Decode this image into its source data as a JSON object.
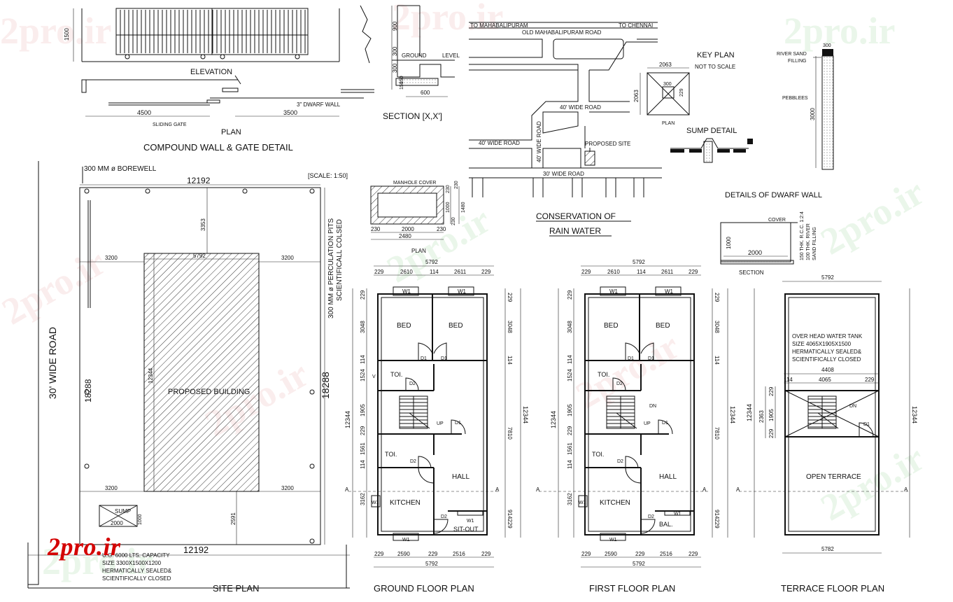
{
  "logo_text": "2pro.ir",
  "watermark_text": "2pro.ir",
  "colors": {
    "ink": "#111111",
    "hatch": "#222222",
    "logo": "#d40000",
    "watermark_red": "#e8a0a0",
    "watermark_green": "#8fd08f"
  },
  "compound_wall": {
    "dim_height": "1500",
    "elevation_label": "ELEVATION",
    "dwarf_wall_label": "3\" DWARF WALL",
    "dim_left": "4500",
    "dim_right": "3500",
    "sliding_gate_label": "SLIDING GATE",
    "plan_label": "PLAN",
    "title": "COMPOUND WALL & GATE DETAIL"
  },
  "section_xx": {
    "dim_top": "900",
    "dim_300a": "300",
    "dim_300b": "300",
    "dim_150a": "150",
    "dim_150b": "150",
    "ground_label": "GROUND",
    "level_label": "LEVEL",
    "dim_bottom": "600",
    "title": "SECTION  [X,X']"
  },
  "rain_water": {
    "to_left": "TO MAHABALIPURAM",
    "to_right": "TO CHENNAI",
    "road_main": "OLD MAHABALIPURAM ROAD",
    "road_40a": "40' WIDE ROAD",
    "road_40b": "40' WIDE ROAD",
    "road_40v": "40' WIDE ROAD",
    "road_30": "30' WIDE ROAD",
    "proposed_site": "PROPOSED SITE",
    "title_line1": "CONSERVATION  OF",
    "title_line2": "RAIN  WATER"
  },
  "key_plan": {
    "title": "KEY PLAN",
    "note": "NOT TO SCALE",
    "dim_w": "2063",
    "dim_h": "2063",
    "dim_300": "300",
    "dim_229": "229",
    "plan_label": "PLAN",
    "sump_detail": "SUMP  DETAIL"
  },
  "dwarf_wall": {
    "river_sand": "RIVER SAND",
    "filling": "FILLING",
    "dim_300": "300",
    "pebbles": "PEBBLEES",
    "dim_3000": "3000",
    "title": "DETAILS  OF  DWARF  WALL",
    "cover": "COVER",
    "dim_1000": "1000",
    "dim_2000": "2000",
    "section_label": "SECTION",
    "note1": "150 THK. R.C.C. 1:2:4",
    "note2": "100 THK. RIVER",
    "note3": "SAND FILLING"
  },
  "manhole": {
    "cover_label": "MANHOLE COVER",
    "dim_230a": "230",
    "dim_2000": "2000",
    "dim_230b": "230",
    "dim_2480": "2480",
    "dim_230c": "230",
    "dim_1000": "1000",
    "dim_230d": "230",
    "dim_1480": "1480",
    "dim_230e": "230",
    "plan_label": "PLAN"
  },
  "site_plan": {
    "borewell": "300 MM ø BOREWELL",
    "scale": "[SCALE: 1:50]",
    "dim_top": "12192",
    "dim_3353": "3353",
    "dim_5792": "5792",
    "dim_3200a": "3200",
    "dim_3200b": "3200",
    "dim_3200c": "3200",
    "dim_3200d": "3200",
    "dim_12344": "12344",
    "proposed_building": "PROPOSED BUILDING",
    "road_label": "30' WIDE ROAD",
    "dim_18288a": "18288",
    "dim_18288b": "18288",
    "perc_line1": "300 MM ø PERCULATION PITS",
    "perc_line2": "SCIENTIFICALL COLSED",
    "sump": "SUMP",
    "sump_2000": "2000",
    "sump_1000": "1000",
    "dim_2591": "2591",
    "dim_bottom": "12192",
    "ugt_line1": "U.G. 6000 LTS. CAPACITY",
    "ugt_line2": "SIZE 3300X1500X1200",
    "ugt_line3": "HERMATICALLY SEALED&",
    "ugt_line4": "SCIENTIFICALLY CLOSED",
    "title": "SITE  PLAN"
  },
  "ground_floor": {
    "dim_total": "5792",
    "d229a": "229",
    "d2610": "2610",
    "d114": "114",
    "d2611": "2611",
    "d229b": "229",
    "w1a": "W1",
    "w1b": "W1",
    "bed1": "BED",
    "bed2": "BED",
    "d1a": "D1",
    "d1b": "D1",
    "toi1": "TOI.",
    "d2a": "D2",
    "v": "V",
    "up": "UP",
    "d1c": "D1",
    "toi2": "TOI.",
    "d2b": "D2",
    "hall": "HALL",
    "kitchen": "KITCHEN",
    "w1c": "W1",
    "d2c": "D2",
    "w1d": "W1",
    "sitout": "SIT-OUT",
    "w1e": "W1",
    "b229a": "229",
    "b2590": "2590",
    "b229b": "229",
    "b2516": "2516",
    "b229c": "229",
    "b5792": "5792",
    "l229": "229",
    "l3048": "3048",
    "l114": "114",
    "l1524": "1524",
    "l1905": "1905",
    "l229b": "229",
    "l1561": "1561",
    "l114b": "114",
    "l3162": "3162",
    "l12344": "12344",
    "r229": "229",
    "r3048": "3048",
    "r114": "114",
    "r7810": "7810",
    "r914": "914229",
    "r12344": "12344",
    "marker_a": "A",
    "marker_a2": "A",
    "title": "GROUND  FLOOR  PLAN"
  },
  "first_floor": {
    "dim_total": "5792",
    "d229a": "229",
    "d2610": "2610",
    "d114": "114",
    "d2611": "2611",
    "d229b": "229",
    "w1a": "W1",
    "w1b": "W1",
    "bed1": "BED",
    "bed2": "BED",
    "d1a": "D1",
    "d1b": "D1",
    "toi1": "TOI.",
    "d2a": "D2",
    "dn": "DN",
    "up": "UP",
    "d1c": "D1",
    "toi2": "TOI.",
    "d2b": "D2",
    "hall": "HALL",
    "kitchen": "KITCHEN",
    "w1c": "W1",
    "d2c": "D2",
    "w1d": "W1",
    "bal": "BAL.",
    "w1e": "W1",
    "b229a": "229",
    "b2590": "2590",
    "b229b": "229",
    "b2516": "2516",
    "b229c": "229",
    "b5792": "5792",
    "l229": "229",
    "l3048": "3048",
    "l114": "114",
    "l1524": "1524",
    "l1905": "1905",
    "l229b": "229",
    "l1561": "1561",
    "l114b": "114",
    "l3162": "3162",
    "l12344": "12344",
    "r229": "229",
    "r3048": "3048",
    "r114": "114",
    "r7810": "7810",
    "r914": "914229",
    "r12344": "12344",
    "marker_a": "A",
    "marker_a2": "A",
    "title": "FIRST  FLOOR  PLAN"
  },
  "terrace": {
    "dim_top": "5792",
    "tank_line1": "OVER HEAD WATER TANK",
    "tank_line2": "SIZE 4065X1905X1500",
    "tank_line3": "HERMATICALLY SEALED&",
    "tank_line4": "SCIENTIFICALLY CLOSED",
    "dim_4408": "4408",
    "dim_114": "114",
    "dim_4065": "4065",
    "dim_229": "229",
    "dn": "DN",
    "d1": "D1",
    "l229a": "229",
    "l1905": "1905",
    "l229b": "229",
    "l12344": "12344",
    "l2363": "2363",
    "r12344": "12344",
    "open_terrace": "OPEN TERRACE",
    "marker_a": "A",
    "marker_a2": "A",
    "dim_bottom": "5782",
    "title": "TERRACE  FLOOR  PLAN"
  }
}
